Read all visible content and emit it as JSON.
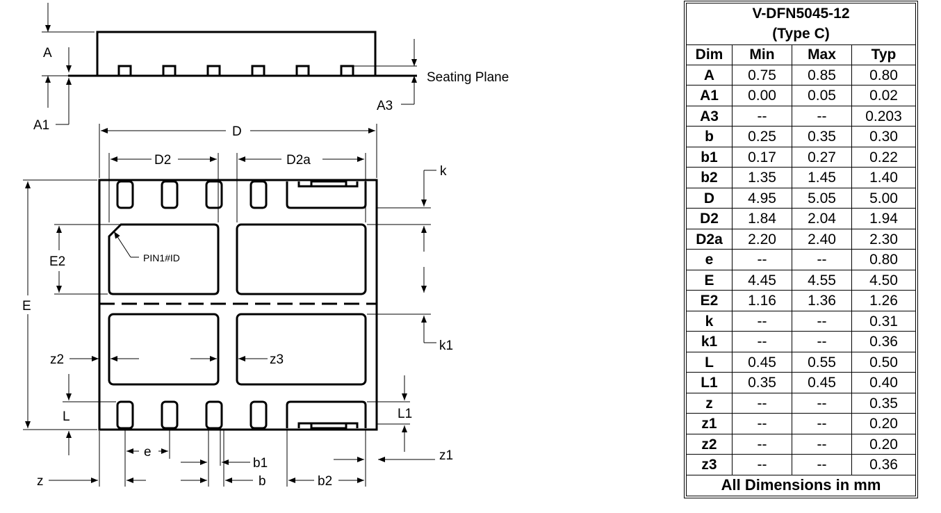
{
  "drawing": {
    "side_labels": {
      "A": "A",
      "A1": "A1",
      "A3": "A3",
      "seating_plane": "Seating Plane"
    },
    "top_labels": {
      "D": "D",
      "D2": "D2",
      "D2a": "D2a",
      "E": "E",
      "E2": "E2",
      "k": "k",
      "k1": "k1",
      "pin1": "PIN1#ID",
      "z2": "z2",
      "z3": "z3",
      "L": "L",
      "L1": "L1",
      "e": "e",
      "b1": "b1",
      "b": "b",
      "b2": "b2",
      "z": "z",
      "z1": "z1"
    }
  },
  "table": {
    "title_line1": "V-DFN5045-12",
    "title_line2": "(Type C)",
    "headers": [
      "Dim",
      "Min",
      "Max",
      "Typ"
    ],
    "rows": [
      [
        "A",
        "0.75",
        "0.85",
        "0.80"
      ],
      [
        "A1",
        "0.00",
        "0.05",
        "0.02"
      ],
      [
        "A3",
        "--",
        "--",
        "0.203"
      ],
      [
        "b",
        "0.25",
        "0.35",
        "0.30"
      ],
      [
        "b1",
        "0.17",
        "0.27",
        "0.22"
      ],
      [
        "b2",
        "1.35",
        "1.45",
        "1.40"
      ],
      [
        "D",
        "4.95",
        "5.05",
        "5.00"
      ],
      [
        "D2",
        "1.84",
        "2.04",
        "1.94"
      ],
      [
        "D2a",
        "2.20",
        "2.40",
        "2.30"
      ],
      [
        "e",
        "--",
        "--",
        "0.80"
      ],
      [
        "E",
        "4.45",
        "4.55",
        "4.50"
      ],
      [
        "E2",
        "1.16",
        "1.36",
        "1.26"
      ],
      [
        "k",
        "--",
        "--",
        "0.31"
      ],
      [
        "k1",
        "--",
        "--",
        "0.36"
      ],
      [
        "L",
        "0.45",
        "0.55",
        "0.50"
      ],
      [
        "L1",
        "0.35",
        "0.45",
        "0.40"
      ],
      [
        "z",
        "--",
        "--",
        "0.35"
      ],
      [
        "z1",
        "--",
        "--",
        "0.20"
      ],
      [
        "z2",
        "--",
        "--",
        "0.20"
      ],
      [
        "z3",
        "--",
        "--",
        "0.36"
      ]
    ],
    "footer": "All Dimensions in mm"
  }
}
